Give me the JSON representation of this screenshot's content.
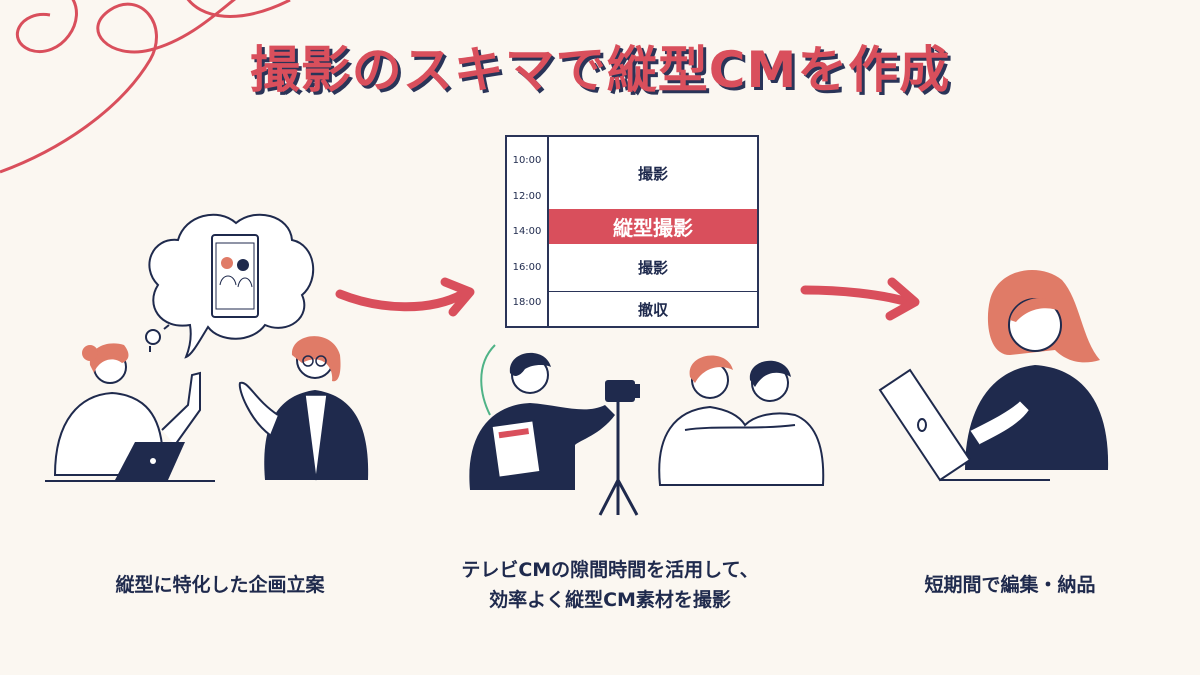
{
  "title": "撮影のスキマで縦型CMを作成",
  "schedule": {
    "times": [
      "10:00",
      "12:00",
      "14:00",
      "16:00",
      "18:00"
    ],
    "blocks": [
      {
        "label": "撮影",
        "highlight": false
      },
      {
        "label": "縦型撮影",
        "highlight": true
      },
      {
        "label": "撮影",
        "highlight": false
      },
      {
        "label": "撤収",
        "highlight": false
      }
    ]
  },
  "steps": [
    {
      "caption": "縦型に特化した企画立案"
    },
    {
      "caption_line1": "テレビCMの隙間時間を活用して、",
      "caption_line2": "効率よく縦型CM素材を撮影"
    },
    {
      "caption": "短期間で編集・納品"
    }
  ],
  "colors": {
    "accent": "#d94f5c",
    "navy": "#2a3458",
    "background": "#fbf7f1",
    "hair": "#e07b67"
  },
  "icons": [
    "speech-bubble-icon",
    "phone-icon",
    "lightbulb-icon",
    "laptop-icon",
    "camera-icon",
    "tripod-icon",
    "arrow-right-icon"
  ]
}
